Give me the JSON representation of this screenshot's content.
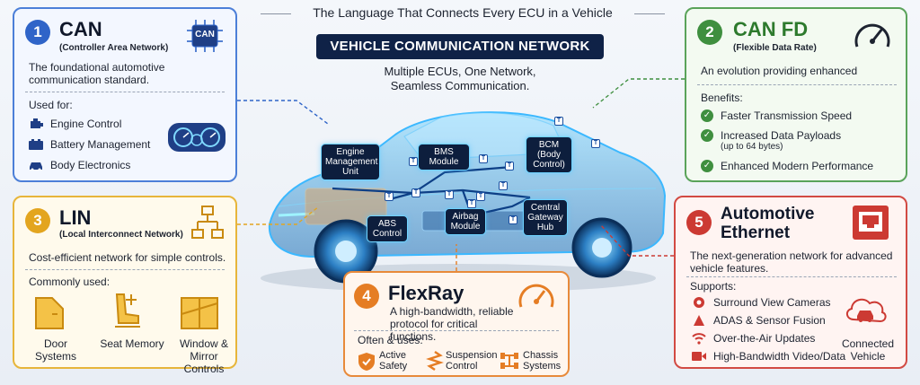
{
  "header": {
    "top_title": "The Language That Connects Every ECU in a Vehicle",
    "banner": "VEHICLE COMMUNICATION NETWORK",
    "sub_line1": "Multiple ECUs, One Network,",
    "sub_line2": "Seamless Communication."
  },
  "can": {
    "number": "1",
    "title": "CAN",
    "subtitle": "(Controller Area Network)",
    "chip_text": "CAN",
    "desc": "The foundational automotive communication standard.",
    "used_for_label": "Used for:",
    "items": [
      "Engine Control",
      "Battery Management",
      "Body Electronics"
    ],
    "color": "#2f64c8"
  },
  "canfd": {
    "number": "2",
    "title": "CAN FD",
    "subtitle": "(Flexible Data Rate)",
    "desc": "An evolution providing enhanced",
    "benefits_label": "Benefits:",
    "benefits": [
      {
        "main": "Faster Transmission Speed",
        "note": ""
      },
      {
        "main": "Increased Data Payloads",
        "note": "(up to 64 bytes)"
      },
      {
        "main": "Enhanced Modern Performance",
        "note": ""
      }
    ],
    "color": "#3f8f3f"
  },
  "lin": {
    "number": "3",
    "title": "LIN",
    "subtitle": "(Local Interconnect Network)",
    "desc": "Cost-efficient network for simple controls.",
    "used_label": "Commonly used:",
    "items": [
      "Door Systems",
      "Seat Memory",
      "Window & Mirror Controls"
    ],
    "color": "#e3a51f"
  },
  "flexray": {
    "number": "4",
    "title": "FlexRay",
    "desc": "A high-bandwidth, reliable protocol for critical functions.",
    "uses_label": "Often & uses:",
    "items": [
      "Active Safety",
      "Suspension Control",
      "Chassis Systems"
    ],
    "color": "#e57d24"
  },
  "ethernet": {
    "number": "5",
    "title_line1": "Automotive",
    "title_line2": "Ethernet",
    "desc": "The next-generation network for advanced vehicle features.",
    "supports_label": "Supports:",
    "items": [
      "Surround View Cameras",
      "ADAS & Sensor Fusion",
      "Over-the-Air Updates",
      "High-Bandwidth Video/Data"
    ],
    "connected_label": "Connected Vehicle",
    "color": "#cc3a33"
  },
  "ecus": {
    "engine": "Engine Management Unit",
    "bms": "BMS Module",
    "bcm": "BCM (Body Control)",
    "abs": "ABS Control",
    "airbag": "Airbag Module",
    "gateway": "Central Gateway Hub",
    "node_mark": "T"
  }
}
